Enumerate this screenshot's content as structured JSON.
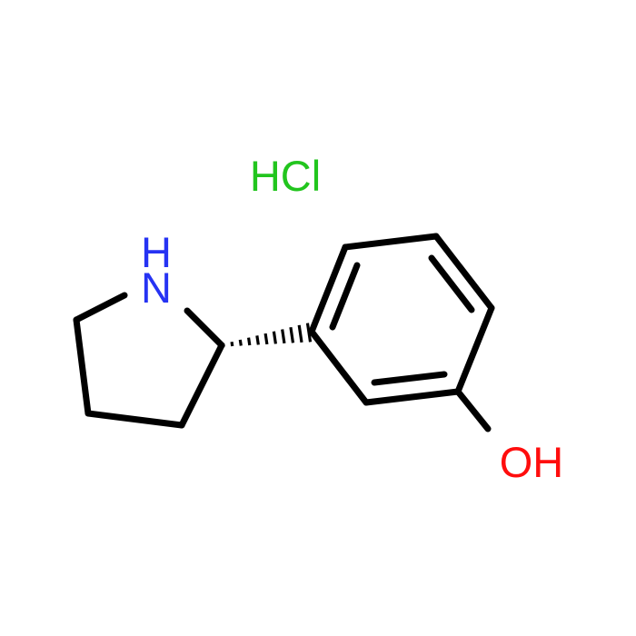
{
  "molecule": {
    "salt_label": "HCl",
    "amine_label": "NH",
    "hydroxyl_label": "OH",
    "colors": {
      "bond": "#000000",
      "chlorine": "#22c51e",
      "nitrogen": "#2633f3",
      "oxygen": "#ff0d0d",
      "background": "#ffffff"
    }
  }
}
